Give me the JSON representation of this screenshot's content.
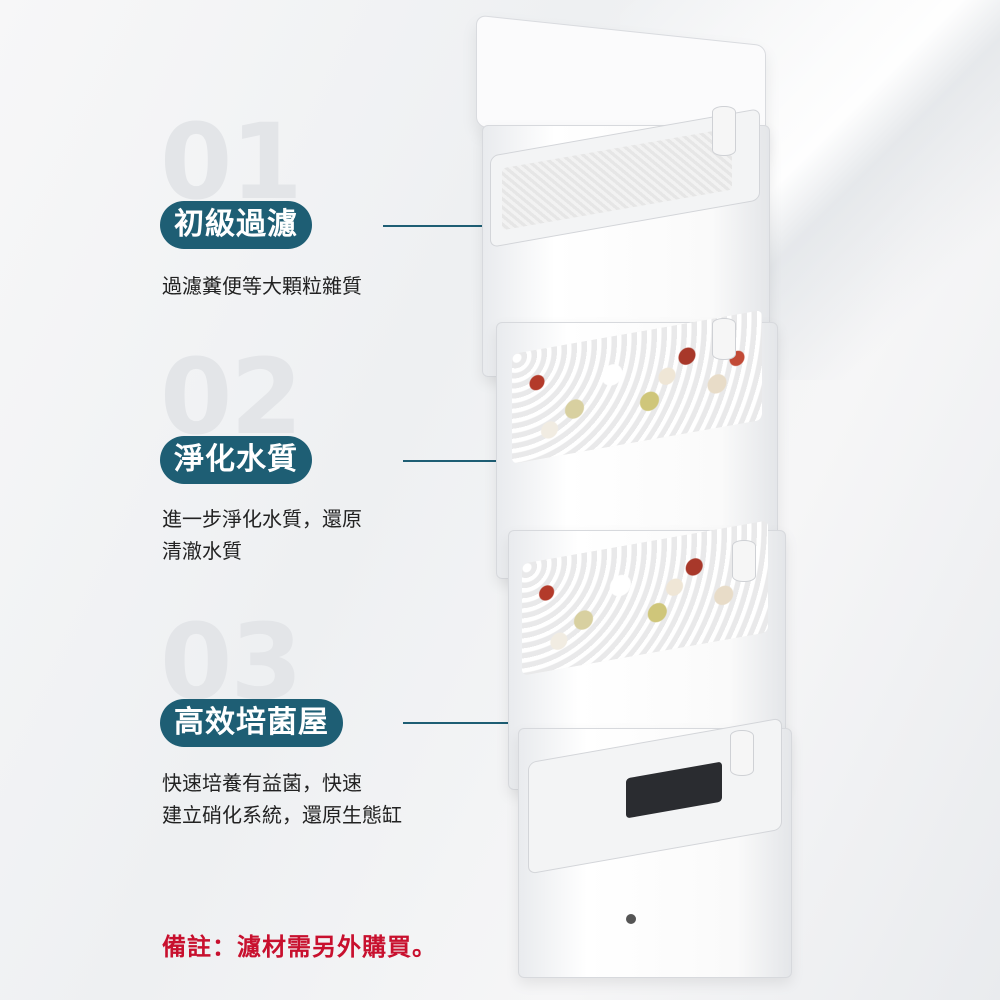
{
  "sections": [
    {
      "number": "01",
      "title": "初級過濾",
      "description_lines": [
        "過濾糞便等大顆粒雜質"
      ]
    },
    {
      "number": "02",
      "title": "淨化水質",
      "description_lines": [
        "進一步淨化水質，還原",
        "清澈水質"
      ]
    },
    {
      "number": "03",
      "title": "高效培菌屋",
      "description_lines": [
        "快速培養有益菌，快速",
        "建立硝化系統，還原生態缸"
      ]
    }
  ],
  "note": "備註：濾材需另外購買。",
  "colors": {
    "accent": "#1e5e74",
    "note": "#c8102e",
    "number": "#e3e5e8"
  }
}
